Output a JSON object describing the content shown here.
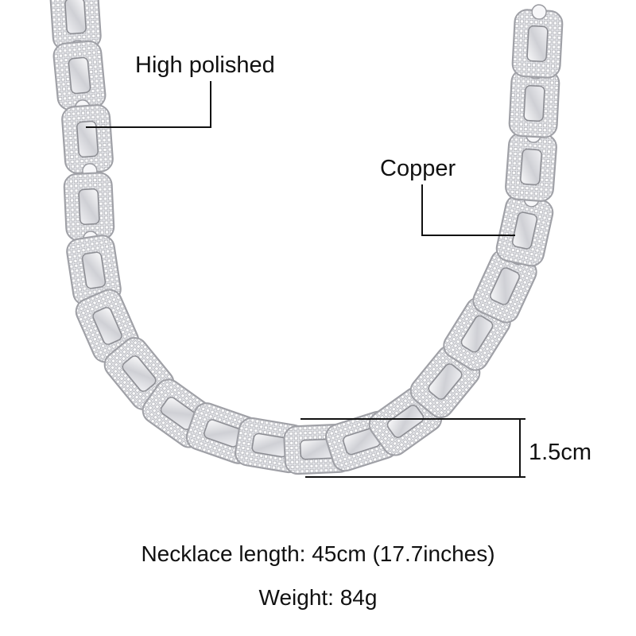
{
  "annotations": {
    "finish": "High polished",
    "material": "Copper",
    "width": "1.5cm"
  },
  "specs": {
    "length": "Necklace length: 45cm (17.7inches)",
    "weight": "Weight: 84g"
  },
  "colors": {
    "metal_light": "#f4f4f6",
    "metal_mid": "#c9cacf",
    "metal_dark": "#8c8d93",
    "line": "#111111"
  },
  "icons": {
    "chain": "iced-out-cuban-link-chain-photo"
  }
}
